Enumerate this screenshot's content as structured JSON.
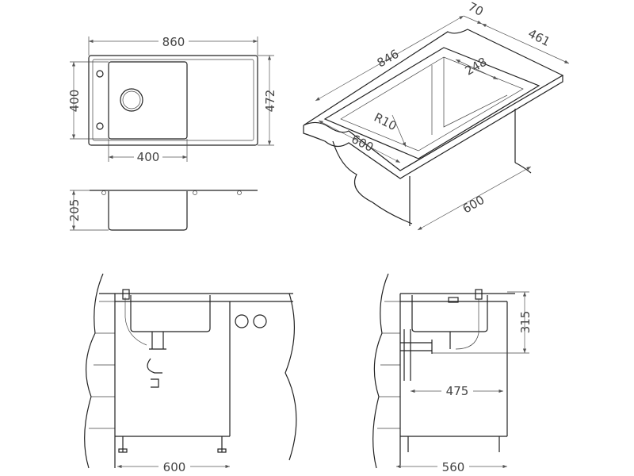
{
  "top_view": {
    "width_label": "860",
    "height_label": "472",
    "bowl_height_label": "400",
    "bowl_width_label": "400"
  },
  "side_view": {
    "depth_label": "205"
  },
  "iso_view": {
    "length_label": "846",
    "rim_label": "70",
    "depth_label": "461",
    "bowl_label": "248",
    "radius_label": "R10",
    "front_label": "600",
    "cabinet_label": "600"
  },
  "front_install": {
    "cabinet_width_label": "600"
  },
  "side_install": {
    "height_label": "315",
    "trap_label": "475",
    "cabinet_depth_label": "560"
  },
  "colors": {
    "line": "#222222",
    "dimension": "#555555"
  }
}
